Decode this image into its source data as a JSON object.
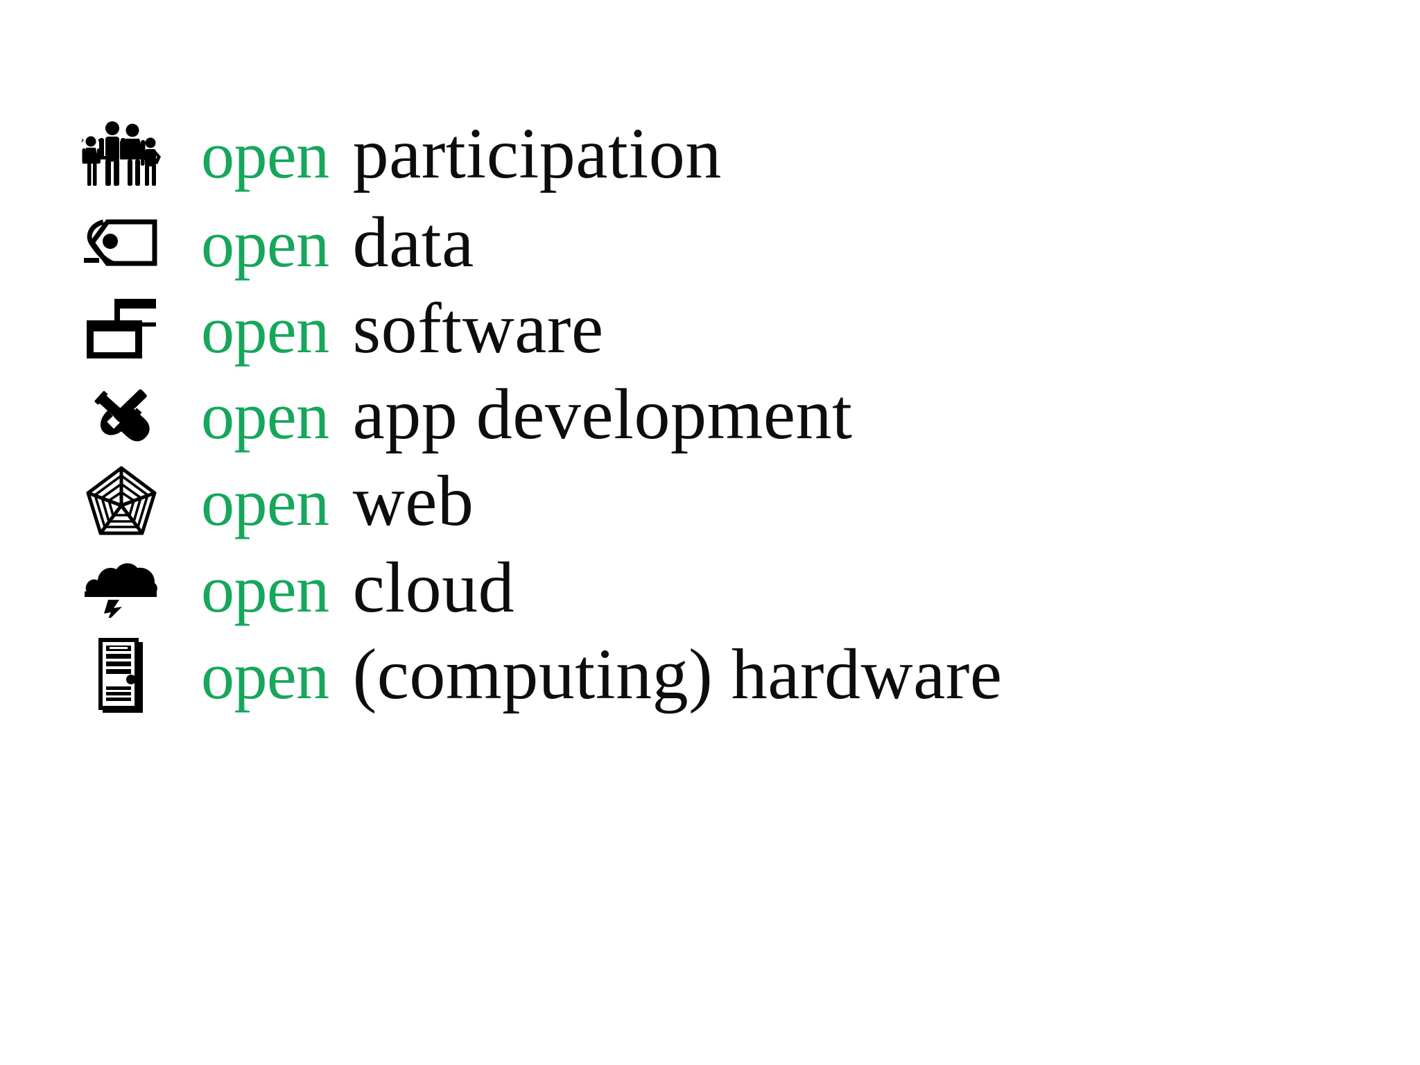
{
  "page": {
    "background_color": "#ffffff",
    "accent_color": "#16a75c",
    "text_color": "#0d0d0d"
  },
  "list": {
    "keyword": "open",
    "items": [
      {
        "icon": "family-group-icon",
        "keyword": "open",
        "term": "participation"
      },
      {
        "icon": "tag-icon",
        "keyword": "open",
        "term": "data"
      },
      {
        "icon": "windows-stack-icon",
        "keyword": "open",
        "term": "software"
      },
      {
        "icon": "hammer-wrench-icon",
        "keyword": "open",
        "term": "app development"
      },
      {
        "icon": "spider-web-icon",
        "keyword": "open",
        "term": "web"
      },
      {
        "icon": "storm-cloud-icon",
        "keyword": "open",
        "term": "cloud"
      },
      {
        "icon": "server-tower-icon",
        "keyword": "open",
        "term": "(computing) hardware"
      }
    ]
  }
}
